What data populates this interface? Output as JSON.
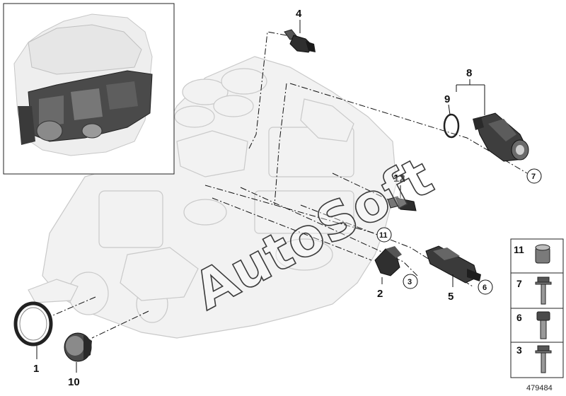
{
  "callouts": {
    "c1": "1",
    "c2": "2",
    "c3": "3",
    "c4": "4",
    "c5": "5",
    "c6": "6",
    "c7": "7",
    "c8": "8",
    "c9": "9",
    "c10": "10",
    "c11": "11",
    "c12": "12"
  },
  "legend": {
    "rows": [
      "11",
      "7",
      "6",
      "3"
    ]
  },
  "watermark": "AutoSoft",
  "reference_number": "479484",
  "colors": {
    "engine_fill": "#f2f2f2",
    "engine_stroke": "#c8c8c8",
    "part_dark": "#3c3c3c",
    "line": "#111111"
  }
}
